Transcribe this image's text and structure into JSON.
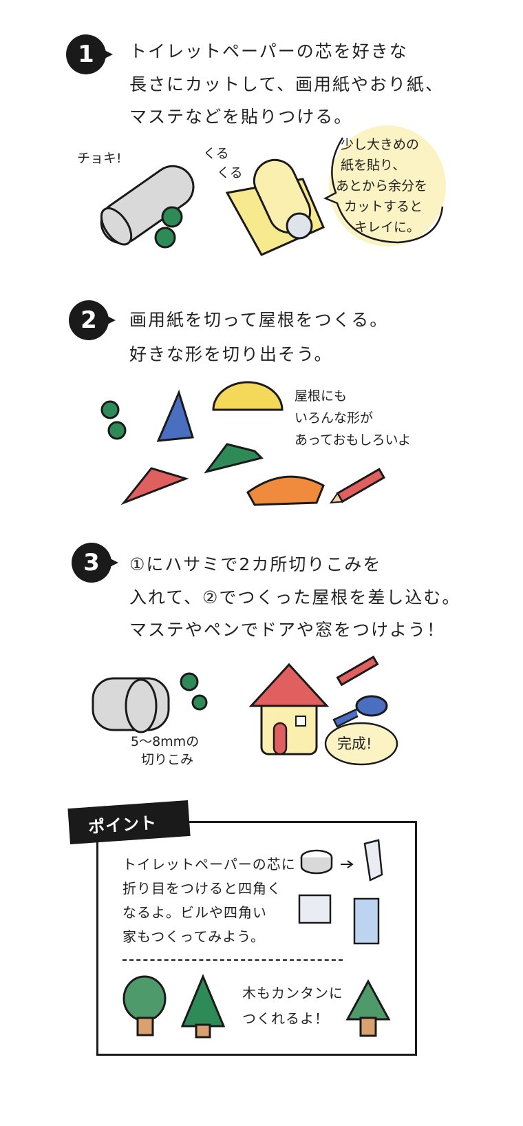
{
  "step1": {
    "number": "1",
    "lines": [
      "トイレットペーパーの芯を好きな",
      "長さにカットして、画用紙やおり紙、",
      "マステなどを貼りつける。"
    ],
    "sound_cut": "チョキ!",
    "sound_roll": [
      "くる",
      "くる"
    ],
    "bubble": [
      "少し大きめの",
      "紙を貼り、",
      "あとから余分を",
      "カットすると",
      "キレイに。"
    ]
  },
  "step2": {
    "number": "2",
    "lines": [
      "画用紙を切って屋根をつくる。",
      "好きな形を切り出そう。"
    ],
    "note": [
      "屋根にも",
      "いろんな形が",
      "あっておもしろいよ"
    ]
  },
  "step3": {
    "number": "3",
    "lines": [
      "①にハサミで2カ所切りこみを",
      "入れて、②でつくった屋根を差し込む。",
      "マステやペンでドアや窓をつけよう！"
    ],
    "cut_note": [
      "5〜8mmの",
      "切りこみ"
    ],
    "done": "完成!"
  },
  "point": {
    "tag": "ポイント",
    "lines": [
      "トイレットペーパーの芯に",
      "折り目をつけると四角く",
      "なるよ。ビルや四角い",
      "家もつくってみよう。"
    ],
    "tree_lines": [
      "木もカンタンに",
      "つくれるよ！"
    ]
  },
  "colors": {
    "ink": "#1a1a1a",
    "yellow": "#f7e98e",
    "green": "#2e8b57",
    "blue": "#4a6fc0",
    "red": "#e06060",
    "orange": "#f08a3c",
    "grey": "#d9d9d9"
  }
}
